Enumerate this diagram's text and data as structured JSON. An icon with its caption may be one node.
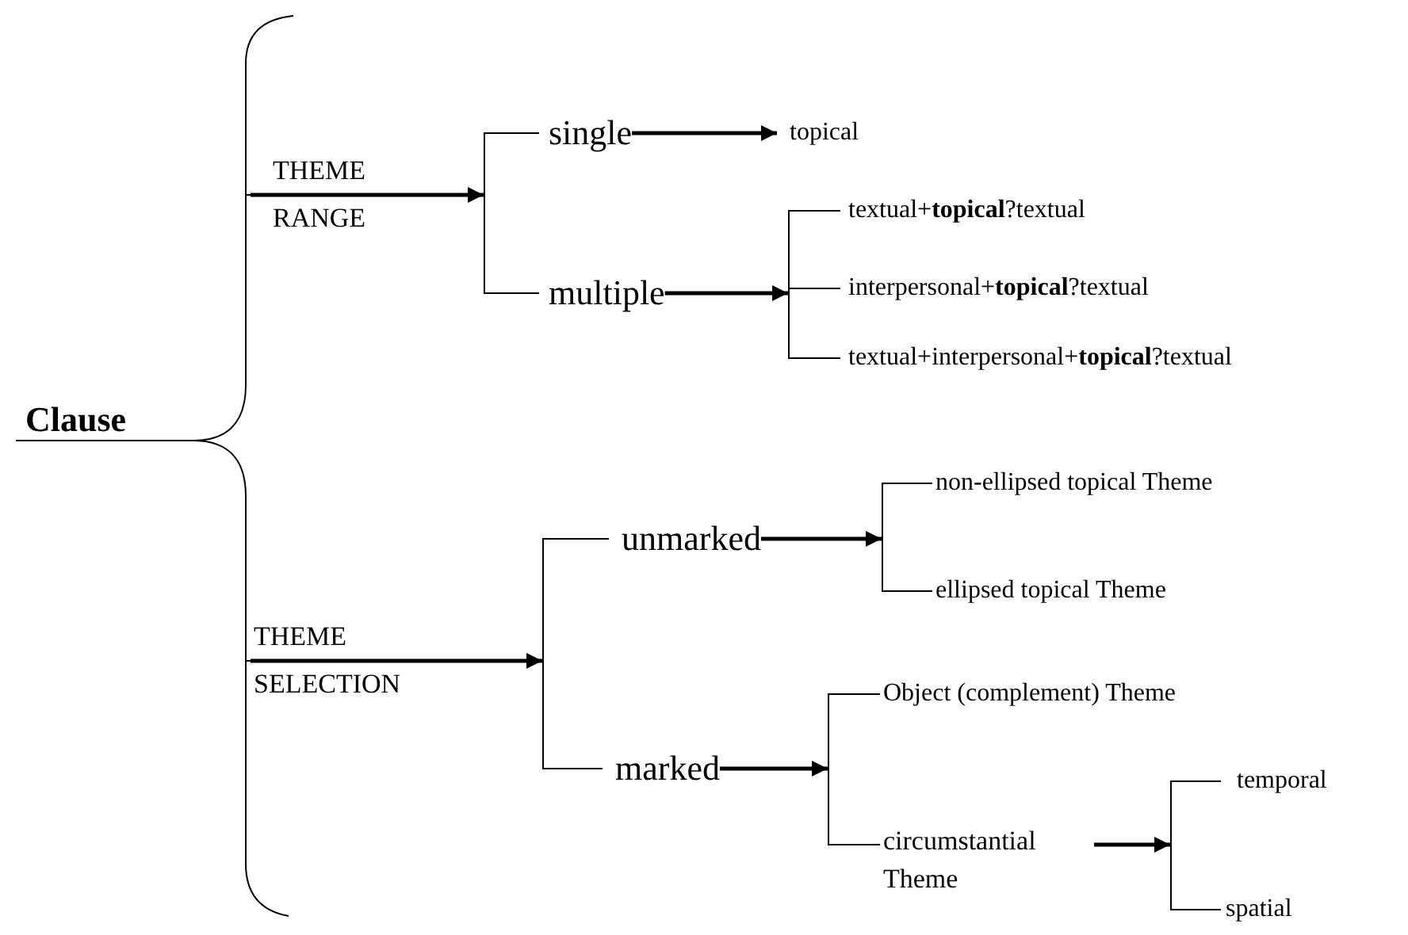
{
  "diagram": {
    "nodes": [
      {
        "text": [
          "Clause"
        ]
      },
      {
        "text": [
          "THEME RANGE"
        ]
      },
      {
        "text": [
          "single"
        ]
      },
      {
        "text": [
          "topical"
        ]
      },
      {
        "text": [
          "multiple"
        ]
      },
      {
        "text": [
          "textual+**topical**?textual"
        ]
      },
      {
        "text": [
          "interpersonal+**topical**?textual"
        ]
      },
      {
        "text": [
          "textual+interpersonal+**topical**?textual"
        ]
      },
      {
        "text": [
          "THEME SELECTION"
        ]
      },
      {
        "text": [
          "unmarked"
        ]
      },
      {
        "text": [
          "non-ellipsed topical Theme"
        ]
      },
      {
        "text": [
          "ellipsed topical Theme"
        ]
      },
      {
        "text": [
          "marked"
        ]
      },
      {
        "text": [
          "Object (complement) Theme"
        ]
      },
      {
        "text": [
          "circumstantial Theme"
        ]
      },
      {
        "text": [
          "temporal"
        ]
      },
      {
        "text": [
          "spatial"
        ]
      },
      {
        "text": [],
        "shape": "bar"
      },
      {
        "text": [],
        "shape": "bar"
      },
      {
        "text": [],
        "shape": "bar"
      },
      {
        "text": [],
        "shape": "bar"
      },
      {
        "text": [],
        "shape": "bar"
      },
      {
        "text": [],
        "shape": "bar"
      }
    ],
    "edges": [
      {
        "from": 0,
        "to": 1,
        "arrow": "none"
      },
      {
        "from": 0,
        "to": 8,
        "arrow": "none"
      },
      {
        "from": 1,
        "to": 17,
        "arrow": "to",
        "style": "thick"
      },
      {
        "from": 17,
        "to": 2,
        "arrow": "none"
      },
      {
        "from": 17,
        "to": 4,
        "arrow": "none"
      },
      {
        "from": 2,
        "to": 3,
        "arrow": "to",
        "style": "thick"
      },
      {
        "from": 4,
        "to": 19,
        "arrow": "to",
        "style": "thick"
      },
      {
        "from": 19,
        "to": 5,
        "arrow": "none"
      },
      {
        "from": 19,
        "to": 6,
        "arrow": "none"
      },
      {
        "from": 19,
        "to": 7,
        "arrow": "none"
      },
      {
        "from": 8,
        "to": 18,
        "arrow": "to",
        "style": "thick"
      },
      {
        "from": 18,
        "to": 9,
        "arrow": "none"
      },
      {
        "from": 18,
        "to": 12,
        "arrow": "none"
      },
      {
        "from": 9,
        "to": 21,
        "arrow": "to",
        "style": "thick"
      },
      {
        "from": 21,
        "to": 10,
        "arrow": "none"
      },
      {
        "from": 21,
        "to": 11,
        "arrow": "none"
      },
      {
        "from": 12,
        "to": 20,
        "arrow": "to",
        "style": "thick"
      },
      {
        "from": 20,
        "to": 13,
        "arrow": "none"
      },
      {
        "from": 20,
        "to": 14,
        "arrow": "none"
      },
      {
        "from": 14,
        "to": 22,
        "arrow": "to",
        "style": "thick"
      },
      {
        "from": 22,
        "to": 15,
        "arrow": "none"
      },
      {
        "from": 22,
        "to": 16,
        "arrow": "none"
      }
    ]
  }
}
